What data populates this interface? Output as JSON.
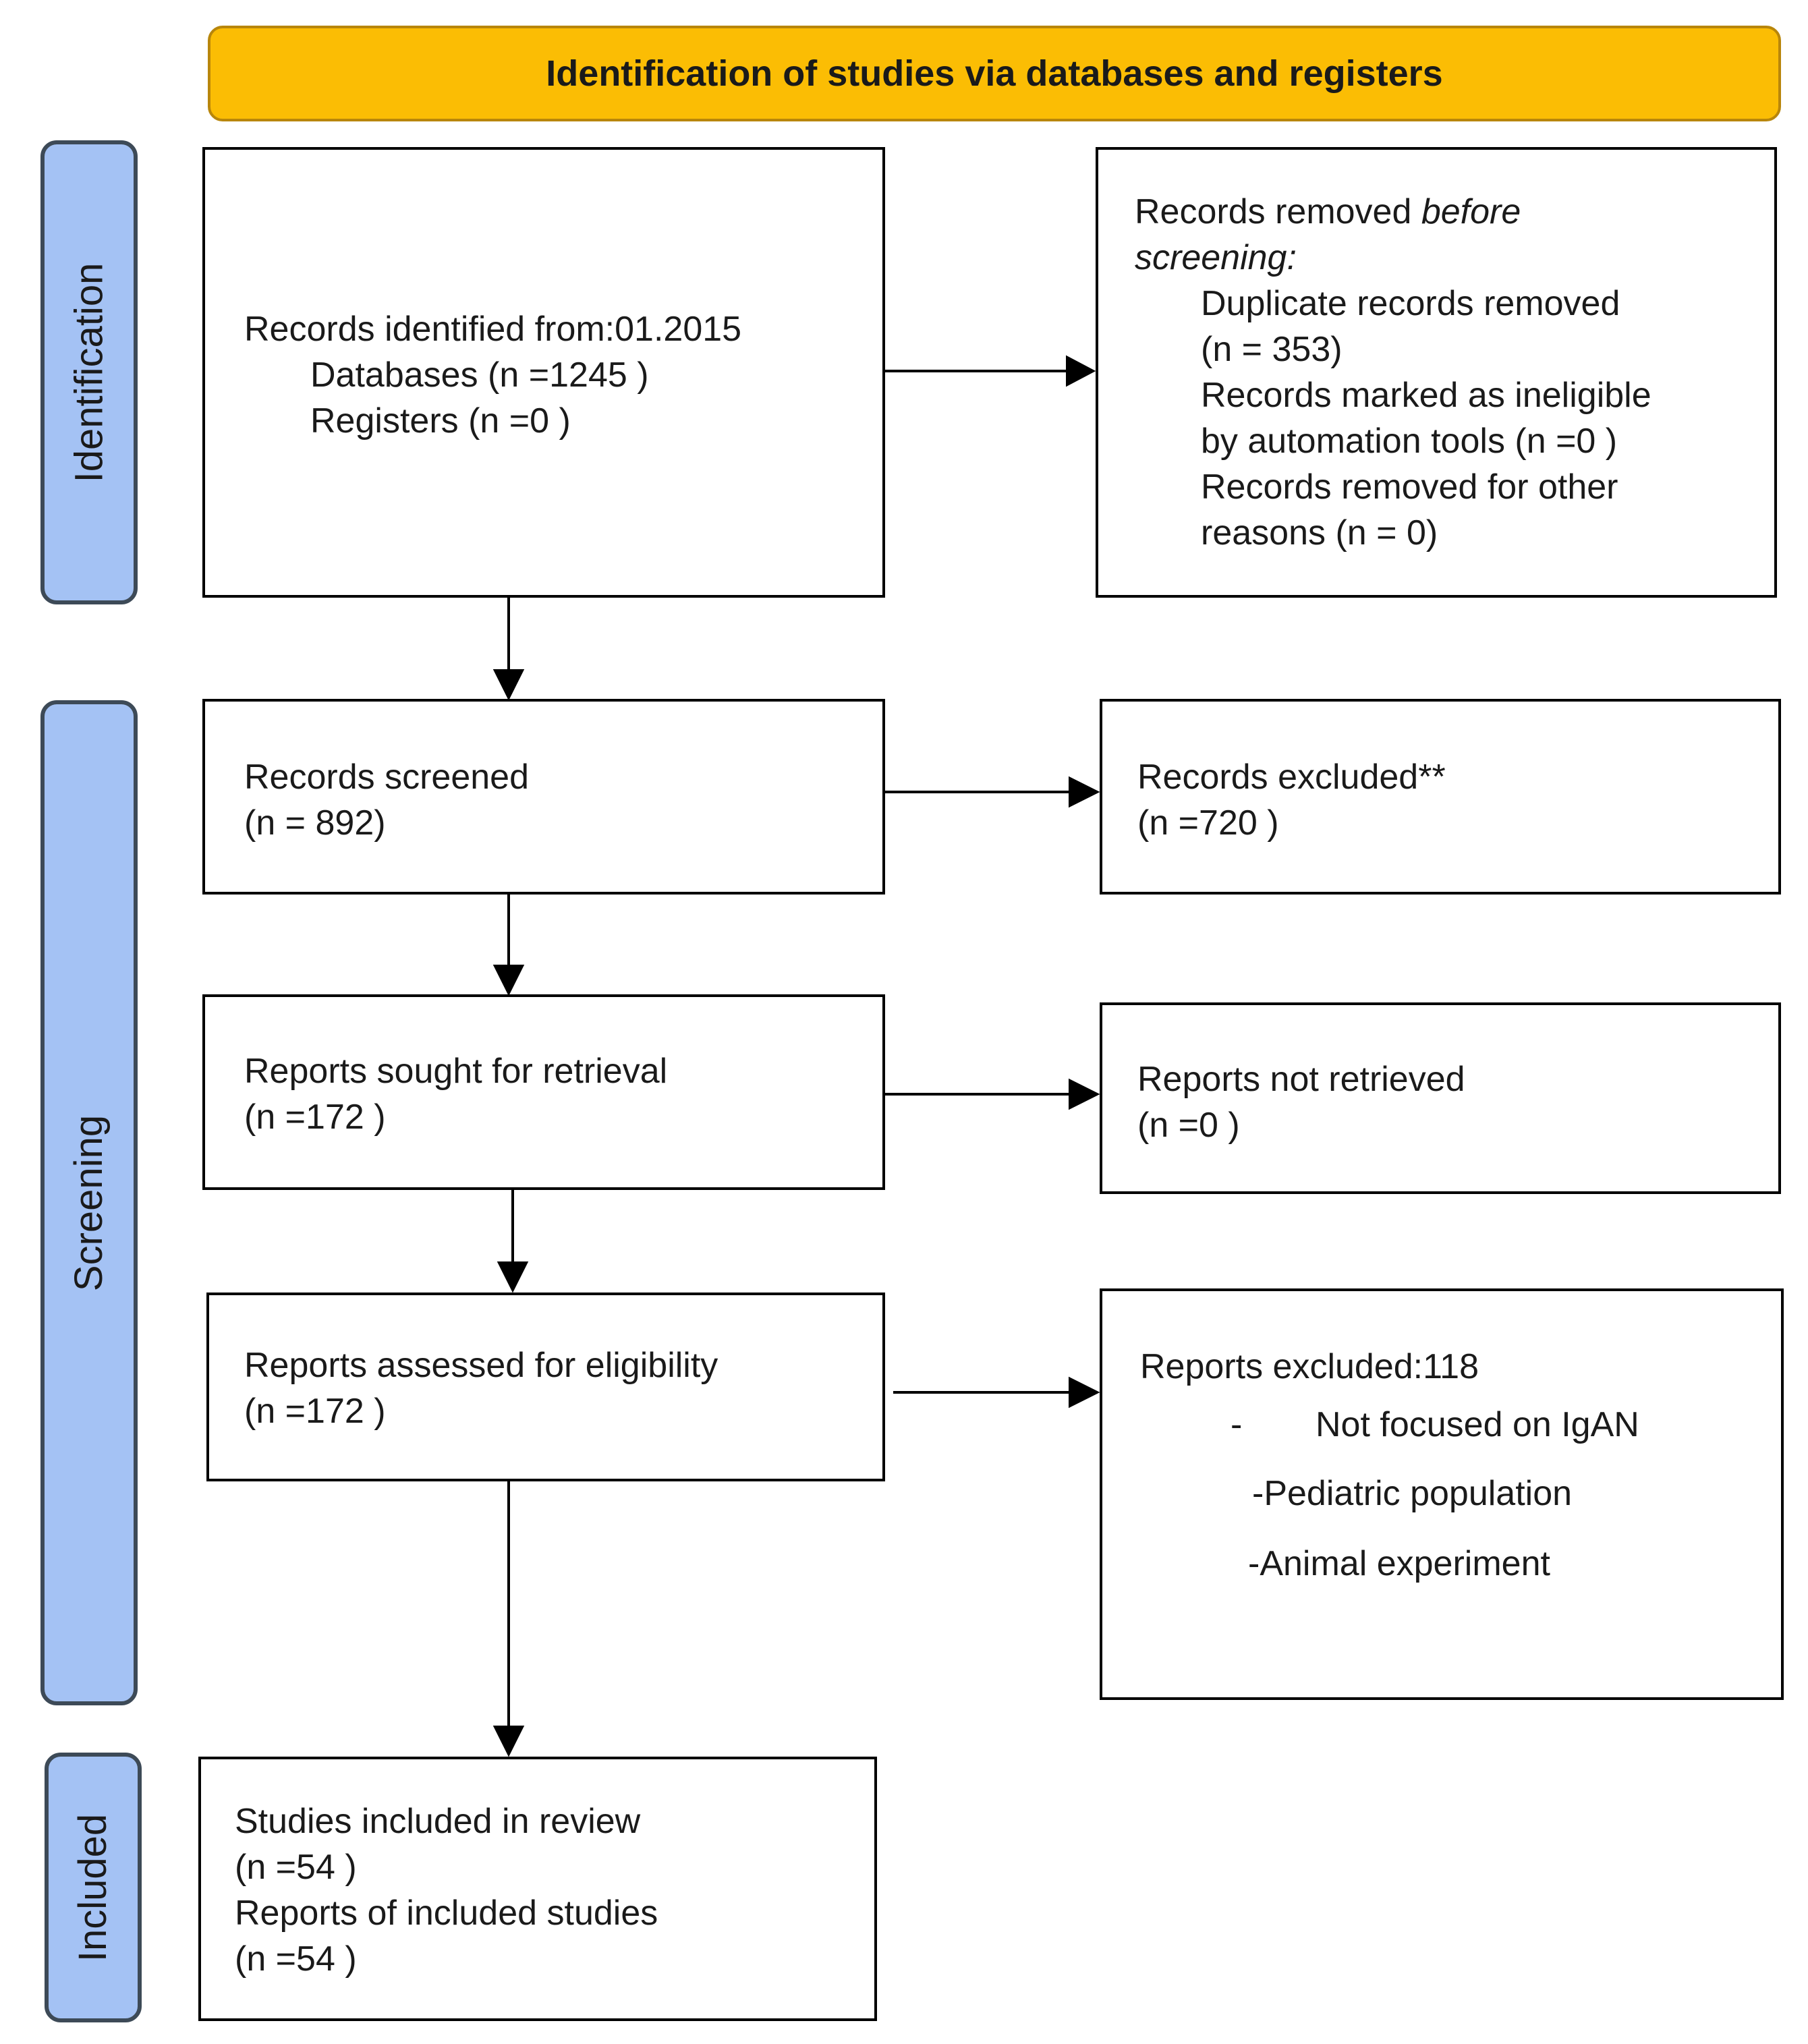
{
  "header": {
    "title": "Identification of studies via databases and registers"
  },
  "phases": {
    "identification": "Identification",
    "screening": "Screening",
    "included": "Included"
  },
  "boxes": {
    "identified": {
      "line1": "Records identified from:01.2015",
      "line2": "Databases (n =1245 )",
      "line3": "Registers (n =0 )"
    },
    "removed": {
      "line1_plain": "Records removed ",
      "line1_italic": "before",
      "line2_italic": "screening:",
      "line3": "Duplicate records removed",
      "line4": "(n = 353)",
      "line5": "Records marked as ineligible",
      "line6": "by automation tools (n =0 )",
      "line7": "Records removed for other",
      "line8": "reasons (n = 0)"
    },
    "screened": {
      "line1": "Records screened",
      "line2": "(n = 892)"
    },
    "excluded": {
      "line1": "Records excluded**",
      "line2": "(n =720 )"
    },
    "sought": {
      "line1": "Reports sought for retrieval",
      "line2": "(n =172 )"
    },
    "not_retrieved": {
      "line1": "Reports not retrieved",
      "line2": "(n =0 )"
    },
    "assessed": {
      "line1": "Reports assessed for eligibility",
      "line2": "(n =172 )"
    },
    "reports_excluded": {
      "line1": "Reports excluded:118",
      "line2_dash": "-",
      "line2": "Not focused on IgAN",
      "line3": "-Pediatric population",
      "line4": "-Animal experiment"
    },
    "included": {
      "line1": "Studies included in review",
      "line2": "(n =54 )",
      "line3": "Reports of included studies",
      "line4": "(n =54 )"
    }
  }
}
